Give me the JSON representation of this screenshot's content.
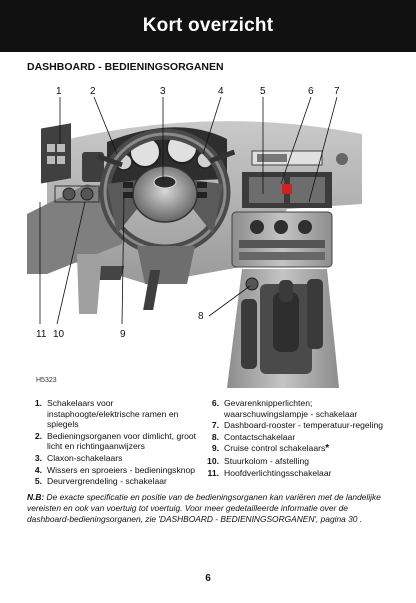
{
  "header": {
    "title": "Kort overzicht"
  },
  "section": {
    "title": "DASHBOARD - BEDIENINGSORGANEN"
  },
  "figure": {
    "code": "H5323",
    "top_callouts": [
      "1",
      "2",
      "3",
      "4",
      "5",
      "6",
      "7"
    ],
    "side_callout": "8",
    "bottom_callouts": [
      "11",
      "10",
      "9"
    ]
  },
  "legend": {
    "left": [
      {
        "num": "1.",
        "text": "Schakelaars voor instaphoogte/elektrische ramen en spiegels"
      },
      {
        "num": "2.",
        "text": "Bedieningsorganen voor dimlicht, groot licht en richtingaanwijzers"
      },
      {
        "num": "3.",
        "text": "Claxon-schakelaars"
      },
      {
        "num": "4.",
        "text": "Wissers en sproeiers - bedieningsknop"
      },
      {
        "num": "5.",
        "text": "Deurvergrendeling - schakelaar"
      }
    ],
    "right": [
      {
        "num": "6.",
        "text": "Gevarenknipperlichten; waarschuwingslampje - schakelaar"
      },
      {
        "num": "7.",
        "text": "Dashboard-rooster - temperatuur-regeling"
      },
      {
        "num": "8.",
        "text": "Contactschakelaar"
      },
      {
        "num": "9.",
        "text": "Cruise control schakelaars",
        "star": "*"
      },
      {
        "num": "10.",
        "text": "Stuurkolom - afstelling"
      },
      {
        "num": "11.",
        "text": "Hoofdverlichtingsschakelaar"
      }
    ]
  },
  "note": {
    "label": "N.B:",
    "text": "De exacte specificatie en positie van de bedieningsorganen kan variëren met de landelijke vereisten en ook van voertuig tot voertuig. Voor meer gedetailleerde informatie over de dashboard-bedieningsorganen, zie 'DASHBOARD - BEDIENINGSORGANEN', pagina 30 ."
  },
  "page": {
    "number": "6"
  }
}
